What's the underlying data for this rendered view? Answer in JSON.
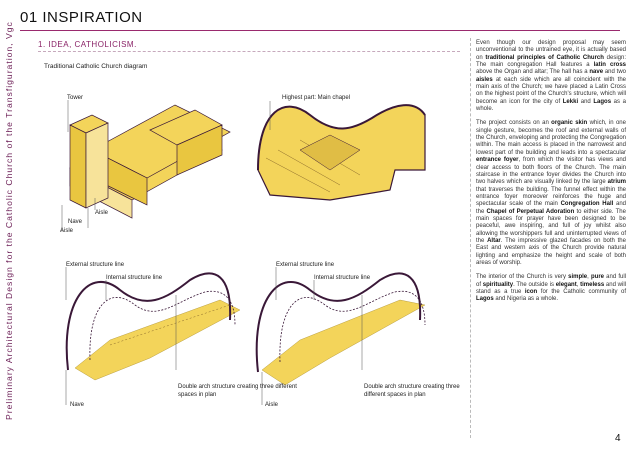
{
  "header": {
    "title": "01 INSPIRATION"
  },
  "sidebar": {
    "vertical_title": "Preliminary Architectural Design for the Catholic Church of the Transfiguration, Vgc"
  },
  "section": {
    "heading": "1. IDEA, CATHOLICISM."
  },
  "diagram": {
    "title": "Traditional Catholic Church diagram",
    "labels": {
      "tower": "Tower",
      "aisle1": "Aisle",
      "nave1": "Nave",
      "aisle2": "Aisle",
      "chapel": "Highest part: Main chapel",
      "ext1": "External structure line",
      "int1": "Internal structure line",
      "ext2": "External structure line",
      "int2": "Internal structure line",
      "nave2": "Nave",
      "double1": "Double arch structure creating three different spaces in plan",
      "aisle3": "Aisle",
      "double2": "Double arch structure creating three different spaces in plan"
    }
  },
  "text": {
    "p1_a": "Even though our design proposal may seem unconventional to the untrained eye, it is actually based on ",
    "p1_b": "traditional principles of Catholic Church",
    "p1_c": " design: The main congregation Hall features a ",
    "p1_d": "latin cross",
    "p1_e": " above the Organ and altar; The hall has a ",
    "p1_f": "nave",
    "p1_g": " and two ",
    "p1_h": "aisles",
    "p1_i": " at each side which are all coincident with the main axis of the Church; we have placed a Latin Cross on the highest point of the Church's structure, which will become an icon for the city of ",
    "p1_j": "Lekki",
    "p1_k": " and ",
    "p1_l": "Lagos",
    "p1_m": " as a whole.",
    "p2_a": "The project consists on an ",
    "p2_b": "organic skin",
    "p2_c": " which, in one single gesture, becomes the roof and external walls of the Church, enveloping and protecting the Congregation within. The main access is placed in the narrowest and lowest part of the building and leads into a spectacular ",
    "p2_d": "entrance foyer",
    "p2_e": ", from which the visitor has views and clear access to both floors of the Church. The main staircase in the entrance foyer divides the Church into two halves which are visually linked by the large ",
    "p2_f": "atrium",
    "p2_g": " that traverses the building. The funnel effect within the entrance foyer moreover reinforces the huge and spectacular scale of the main ",
    "p2_h": "Congregation Hall",
    "p2_i": " and the ",
    "p2_j": "Chapel of Perpetual Adoration",
    "p2_k": " to either side. The main spaces for prayer have been designed to be peaceful, awe inspiring, and full of joy whilst also allowing the worshippers full and uninterrupted views of the ",
    "p2_l": "Altar",
    "p2_m": ". The impressive glazed facades on both the East and western axis of the Church provide natural lighting and emphasize the height and scale of both areas of worship.",
    "p3_a": "The interior of the Church is very ",
    "p3_b": "simple",
    "p3_c": ", ",
    "p3_d": "pure",
    "p3_e": " and full of ",
    "p3_f": "spirituality",
    "p3_g": ". The outside is ",
    "p3_h": "elegant",
    "p3_i": ", ",
    "p3_j": "timeless",
    "p3_k": " and will stand as a true ",
    "p3_l": "icon",
    "p3_m": " for the Catholic community of ",
    "p3_n": "Lagos",
    "p3_o": " and Nigeria as a whole."
  },
  "page": {
    "number": "4"
  },
  "colors": {
    "accent": "#8a2367",
    "fill": "#f3d45a",
    "stroke": "#3a1838"
  }
}
